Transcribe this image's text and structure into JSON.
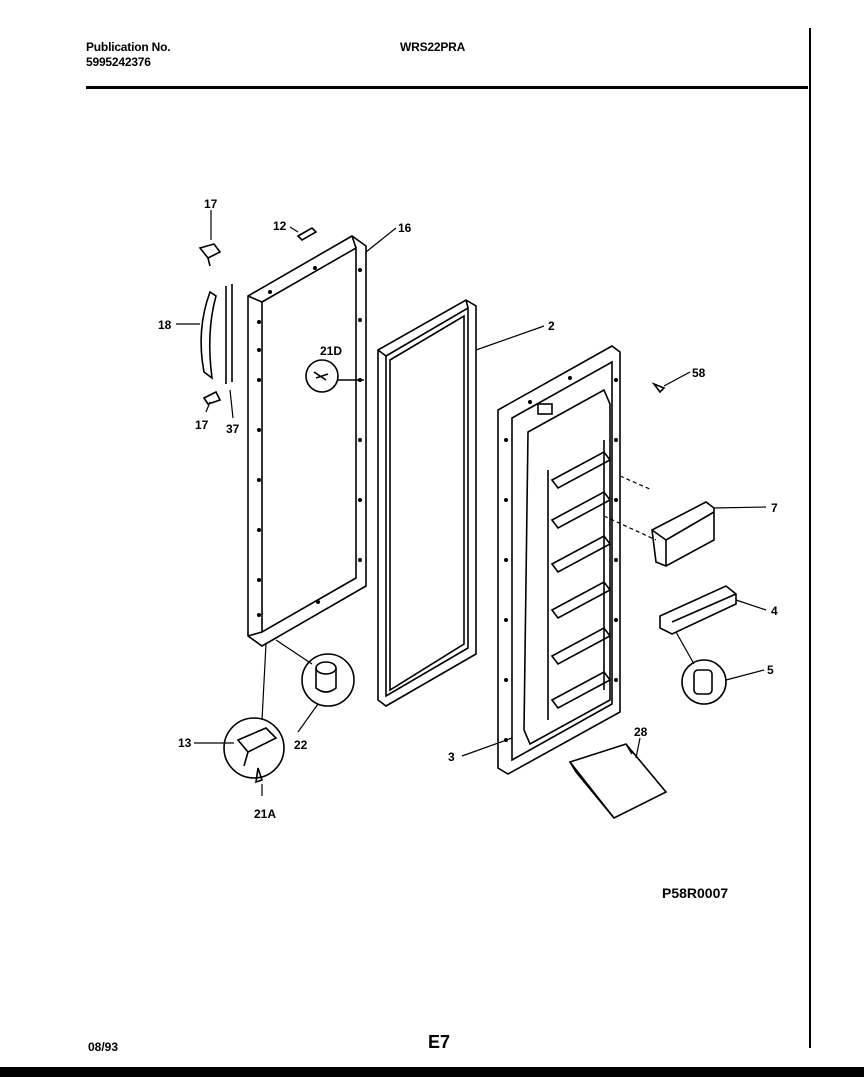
{
  "header": {
    "publication_label": "Publication No.",
    "publication_number": "5995242376",
    "model": "WRS22PRA"
  },
  "callouts": {
    "c17a": "17",
    "c12": "12",
    "c16": "16",
    "c18": "18",
    "c21d": "21D",
    "c2": "2",
    "c58": "58",
    "c17b": "17",
    "c37": "37",
    "c7": "7",
    "c4": "4",
    "c5": "5",
    "c13": "13",
    "c22": "22",
    "c21a": "21A",
    "c3": "3",
    "c28": "28"
  },
  "drawing_code": "P58R0007",
  "footer": {
    "date": "08/93",
    "page": "E7"
  }
}
